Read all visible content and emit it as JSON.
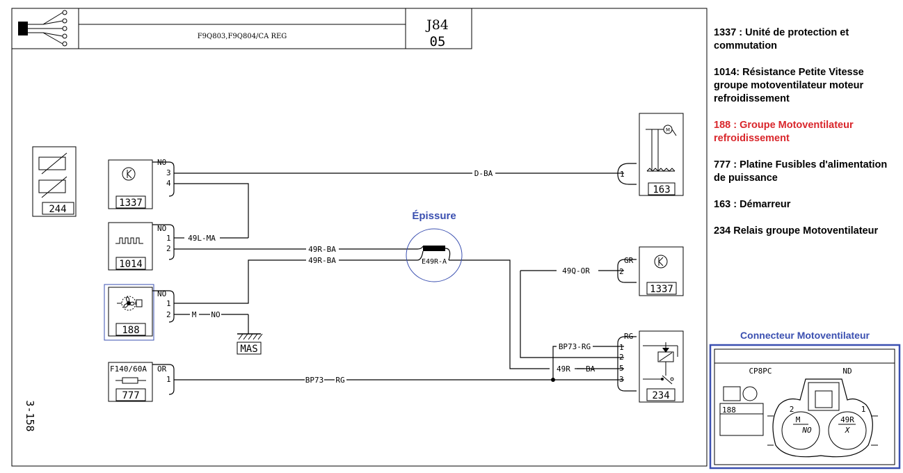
{
  "header": {
    "connector_ref": "J84",
    "sheet": "05",
    "engine_codes": "F9Q803,F9Q804/CA REG",
    "page_ref": "3-158"
  },
  "components": {
    "c244": "244",
    "c1337_top": "1337",
    "c1014": "1014",
    "c188": "188",
    "c777": "777",
    "c777_fuse": "F140/60A",
    "c163": "163",
    "c1337_right": "1337",
    "c234": "234",
    "ground": "MAS"
  },
  "pins": {
    "p1337_3": "3",
    "p1337_4": "4",
    "p1014_1": "1",
    "p1014_2": "2",
    "p188_1": "1",
    "p188_2": "2",
    "p777_1": "1",
    "p163_1": "1",
    "p1337r_2": "2",
    "p234_1": "1",
    "p234_2": "2",
    "p234_5": "5",
    "p234_3": "3"
  },
  "connector_colors": {
    "k1337": "NO",
    "k1014": "NO",
    "k188": "NO",
    "k777": "OR",
    "k1337r": "GR",
    "k234": "RG"
  },
  "wires": {
    "w_dba": "D-BA",
    "w_49lma": "49L-MA",
    "w_49rba_1": "49R-BA",
    "w_49rba_2": "49R-BA",
    "w_m": "M",
    "w_no": "NO",
    "w_49qor": "49Q-OR",
    "w_bp73rg_top": "BP73-RG",
    "w_49rba_3": "49R",
    "w_ba_3": "BA",
    "w_bp73": "BP73",
    "w_rg": "RG"
  },
  "splice": {
    "title": "Épissure",
    "label": "E49R-A"
  },
  "legend": [
    {
      "text": "1337 : Unité de protection et commutation",
      "color": "#000000"
    },
    {
      "text": "1014: Résistance Petite Vitesse groupe motoventilateur moteur refroidissement",
      "color": "#000000"
    },
    {
      "text": "188 : Groupe Motoventilateur refroidissement",
      "color": "#d9262b"
    },
    {
      "text": "777 : Platine Fusibles d'alimentation de puissance",
      "color": "#000000"
    },
    {
      "text": "163 : Démarreur",
      "color": "#000000"
    },
    {
      "text": "234 Relais groupe Motoventilateur",
      "color": "#000000"
    }
  ],
  "connector_view": {
    "title": "Connecteur Motoventilateur",
    "ref": "CP8PC",
    "color": "ND",
    "component": "188",
    "pin2": "2",
    "pin1": "1",
    "pin2_wire": "M",
    "pin2_color": "NO",
    "pin1_wire": "49R",
    "pin1_color": "X",
    "border_color": "#3a4fb0"
  }
}
